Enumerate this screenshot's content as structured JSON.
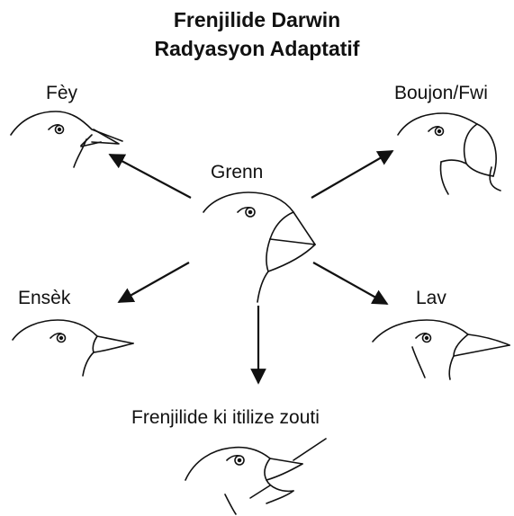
{
  "title": {
    "line1": "Frenjilide Darwin",
    "line2": "Radyasyon Adaptatif"
  },
  "labels": {
    "center": "Grenn",
    "top_left": "Fèy",
    "top_right": "Boujon/Fwi",
    "mid_left": "Ensèk",
    "mid_right": "Lav",
    "bottom": "Frenjilide ki itilize zouti"
  }
}
